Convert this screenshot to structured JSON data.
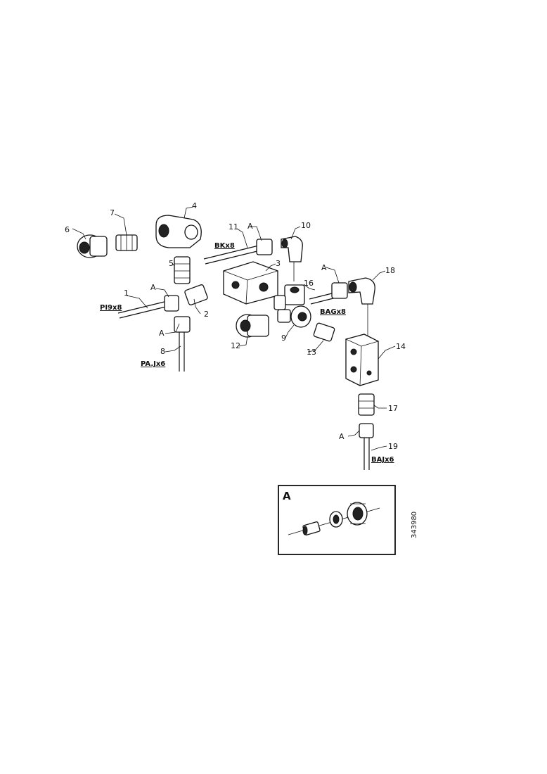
{
  "labels": {
    "p1": "1",
    "p2": "2",
    "p3": "3",
    "p4": "4",
    "p5": "5",
    "p6": "6",
    "p7": "7",
    "p8": "8",
    "p9": "9",
    "p10": "10",
    "p11": "11",
    "p12": "12",
    "p13": "13",
    "p14": "14",
    "p16": "16",
    "p17": "17",
    "p18": "18",
    "p19": "19"
  },
  "detail_markers": {
    "a": "A"
  },
  "tubes": {
    "t1": "PI9x8",
    "t8": "PA.Jx6",
    "t11": "BKx8",
    "t16": "BAGx8",
    "t19": "BAJx6"
  },
  "inset": {
    "title": "A"
  },
  "drawing_number": "343980"
}
